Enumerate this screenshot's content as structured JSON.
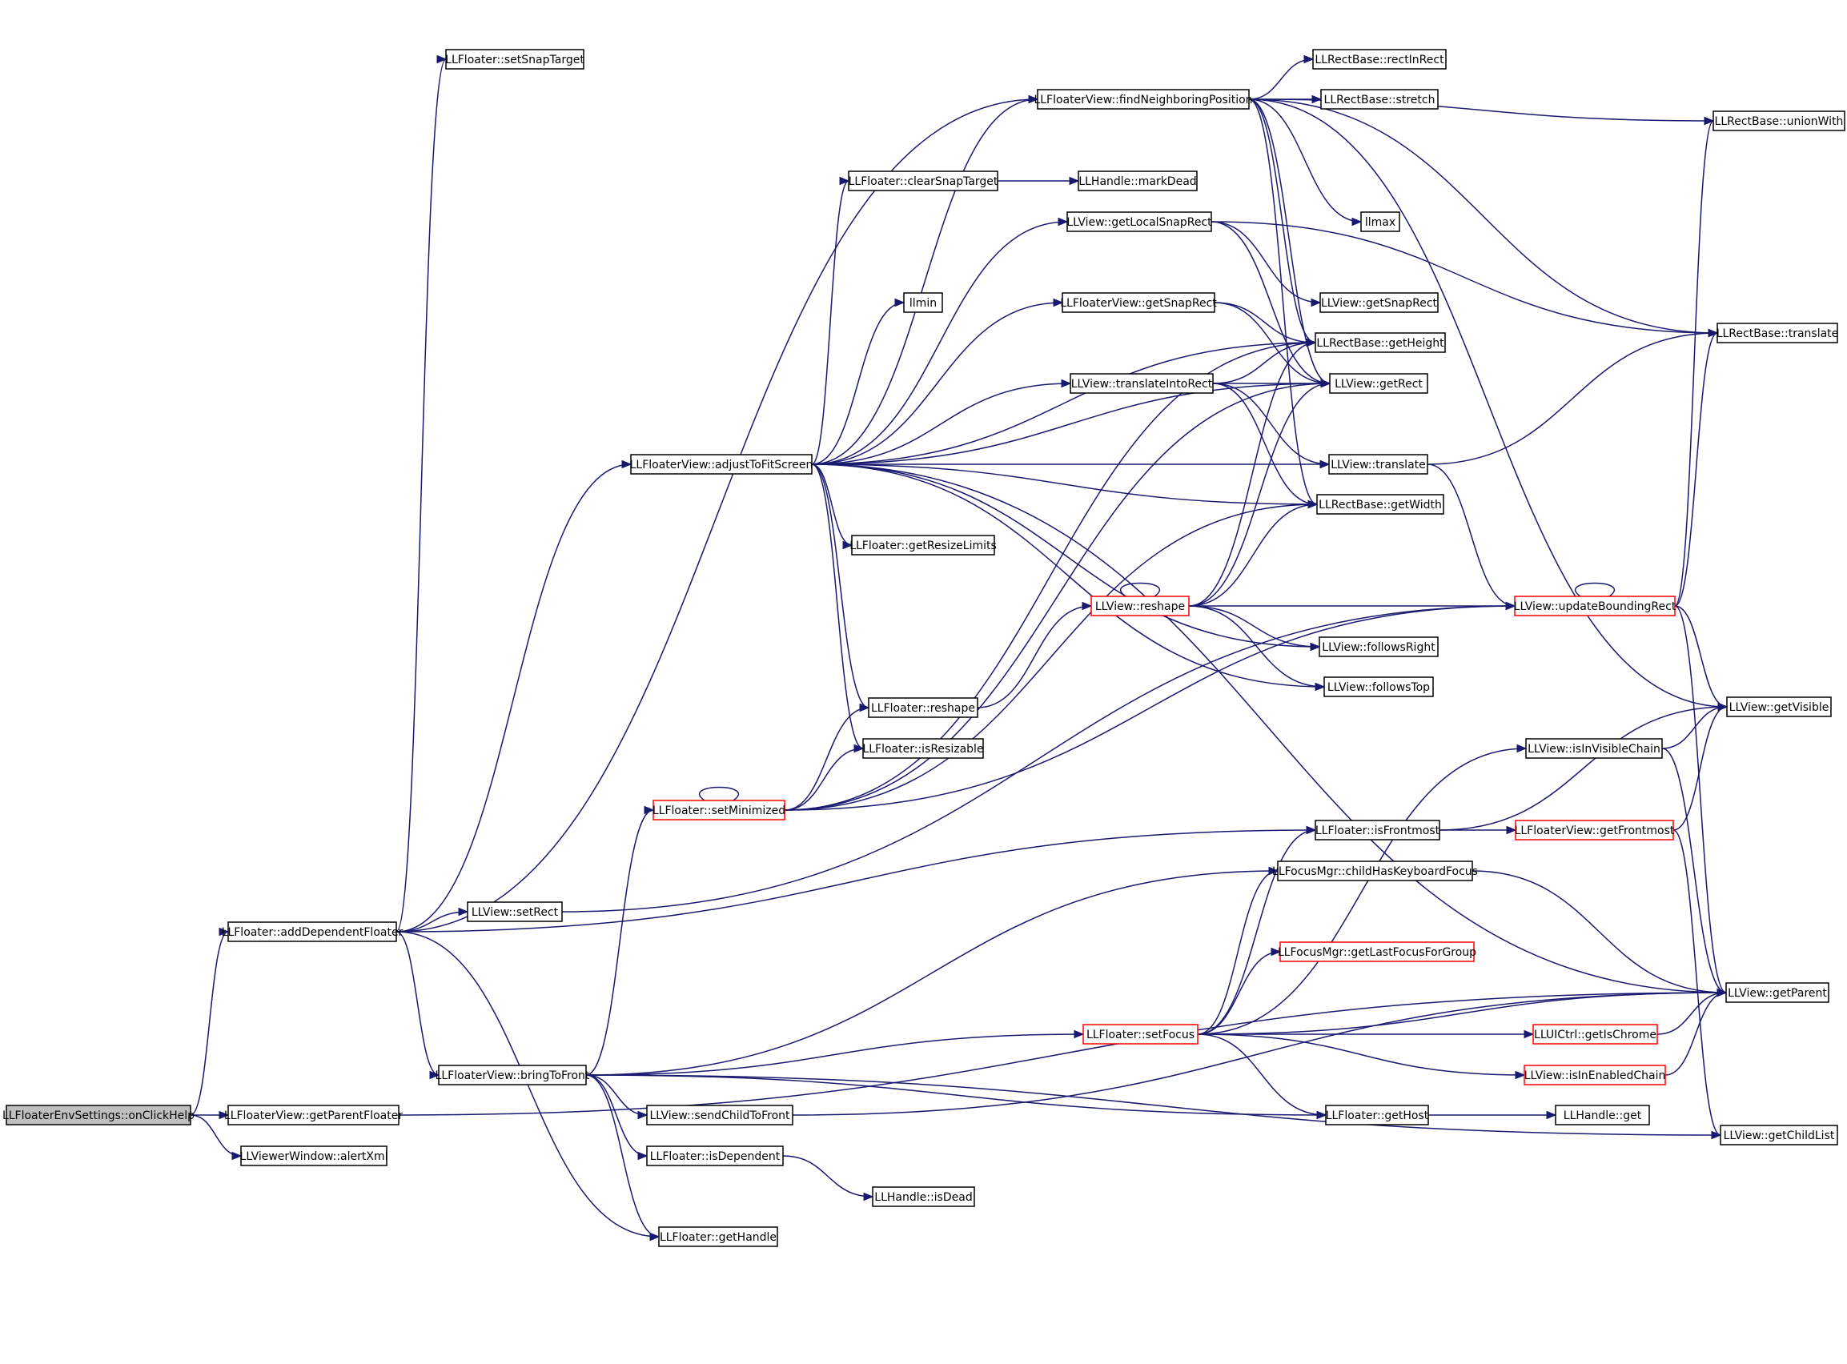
{
  "graph": {
    "colors": {
      "edge": "#191970",
      "box_normal": "#000000",
      "box_truncated": "#ff0000",
      "box_root_fill": "#bfbfbf",
      "box_fill": "#ffffff"
    },
    "nodes": [
      {
        "id": "root",
        "label": "LLFloaterEnvSettings::onClickHelp",
        "style": "root"
      },
      {
        "id": "addDep",
        "label": "LLFloater::addDependentFloater",
        "style": "normal"
      },
      {
        "id": "getParentFloater",
        "label": "LLFloaterView::getParentFloater",
        "style": "normal"
      },
      {
        "id": "alertXml",
        "label": "LLViewerWindow::alertXml",
        "style": "normal"
      },
      {
        "id": "setSnapTarget",
        "label": "LLFloater::setSnapTarget",
        "style": "normal"
      },
      {
        "id": "findNeighboring",
        "label": "LLFloaterView::findNeighboringPosition",
        "style": "normal"
      },
      {
        "id": "rectInRect",
        "label": "LLRectBase::rectInRect",
        "style": "normal"
      },
      {
        "id": "stretch",
        "label": "LLRectBase::stretch",
        "style": "normal"
      },
      {
        "id": "unionWith",
        "label": "LLRectBase::unionWith",
        "style": "normal"
      },
      {
        "id": "clearSnapTarget",
        "label": "LLFloater::clearSnapTarget",
        "style": "normal"
      },
      {
        "id": "markDead",
        "label": "LLHandle::markDead",
        "style": "normal"
      },
      {
        "id": "getLocalSnapRect",
        "label": "LLView::getLocalSnapRect",
        "style": "normal"
      },
      {
        "id": "llmax",
        "label": "llmax",
        "style": "normal"
      },
      {
        "id": "llmin",
        "label": "llmin",
        "style": "normal"
      },
      {
        "id": "getSnapRectFV",
        "label": "LLFloaterView::getSnapRect",
        "style": "normal"
      },
      {
        "id": "getSnapRectV",
        "label": "LLView::getSnapRect",
        "style": "normal"
      },
      {
        "id": "getHeight",
        "label": "LLRectBase::getHeight",
        "style": "normal"
      },
      {
        "id": "rectTranslate",
        "label": "LLRectBase::translate",
        "style": "normal"
      },
      {
        "id": "translateIntoRect",
        "label": "LLView::translateIntoRect",
        "style": "normal"
      },
      {
        "id": "getRect",
        "label": "LLView::getRect",
        "style": "normal"
      },
      {
        "id": "adjustToFitScreen",
        "label": "LLFloaterView::adjustToFitScreen",
        "style": "normal"
      },
      {
        "id": "viewTranslate",
        "label": "LLView::translate",
        "style": "normal"
      },
      {
        "id": "getWidth",
        "label": "LLRectBase::getWidth",
        "style": "normal"
      },
      {
        "id": "getResizeLimits",
        "label": "LLFloater::getResizeLimits",
        "style": "normal"
      },
      {
        "id": "reshapeV",
        "label": "LLView::reshape",
        "style": "truncated"
      },
      {
        "id": "updateBoundingRect",
        "label": "LLView::updateBoundingRect",
        "style": "truncated"
      },
      {
        "id": "followsRight",
        "label": "LLView::followsRight",
        "style": "normal"
      },
      {
        "id": "followsTop",
        "label": "LLView::followsTop",
        "style": "normal"
      },
      {
        "id": "getVisible",
        "label": "LLView::getVisible",
        "style": "normal"
      },
      {
        "id": "reshapeF",
        "label": "LLFloater::reshape",
        "style": "normal"
      },
      {
        "id": "isResizable",
        "label": "LLFloater::isResizable",
        "style": "normal"
      },
      {
        "id": "isInVisibleChain",
        "label": "LLView::isInVisibleChain",
        "style": "normal"
      },
      {
        "id": "setMinimized",
        "label": "LLFloater::setMinimized",
        "style": "truncated"
      },
      {
        "id": "isFrontmost",
        "label": "LLFloater::isFrontmost",
        "style": "normal"
      },
      {
        "id": "getFrontmost",
        "label": "LLFloaterView::getFrontmost",
        "style": "truncated"
      },
      {
        "id": "childHasKF",
        "label": "LLFocusMgr::childHasKeyboardFocus",
        "style": "normal"
      },
      {
        "id": "setRect",
        "label": "LLView::setRect",
        "style": "normal"
      },
      {
        "id": "getLastFocus",
        "label": "LLFocusMgr::getLastFocusForGroup",
        "style": "truncated"
      },
      {
        "id": "getParent",
        "label": "LLView::getParent",
        "style": "normal"
      },
      {
        "id": "setFocus",
        "label": "LLFloater::setFocus",
        "style": "truncated"
      },
      {
        "id": "getIsChrome",
        "label": "LLUICtrl::getIsChrome",
        "style": "truncated"
      },
      {
        "id": "bringToFront",
        "label": "LLFloaterView::bringToFront",
        "style": "normal"
      },
      {
        "id": "isInEnabledChain",
        "label": "LLView::isInEnabledChain",
        "style": "truncated"
      },
      {
        "id": "sendChildToFront",
        "label": "LLView::sendChildToFront",
        "style": "normal"
      },
      {
        "id": "getHost",
        "label": "LLFloater::getHost",
        "style": "normal"
      },
      {
        "id": "handleGet",
        "label": "LLHandle::get",
        "style": "normal"
      },
      {
        "id": "getChildList",
        "label": "LLView::getChildList",
        "style": "normal"
      },
      {
        "id": "isDependent",
        "label": "LLFloater::isDependent",
        "style": "normal"
      },
      {
        "id": "isDead",
        "label": "LLHandle::isDead",
        "style": "normal"
      },
      {
        "id": "getHandle",
        "label": "LLFloater::getHandle",
        "style": "normal"
      }
    ]
  }
}
